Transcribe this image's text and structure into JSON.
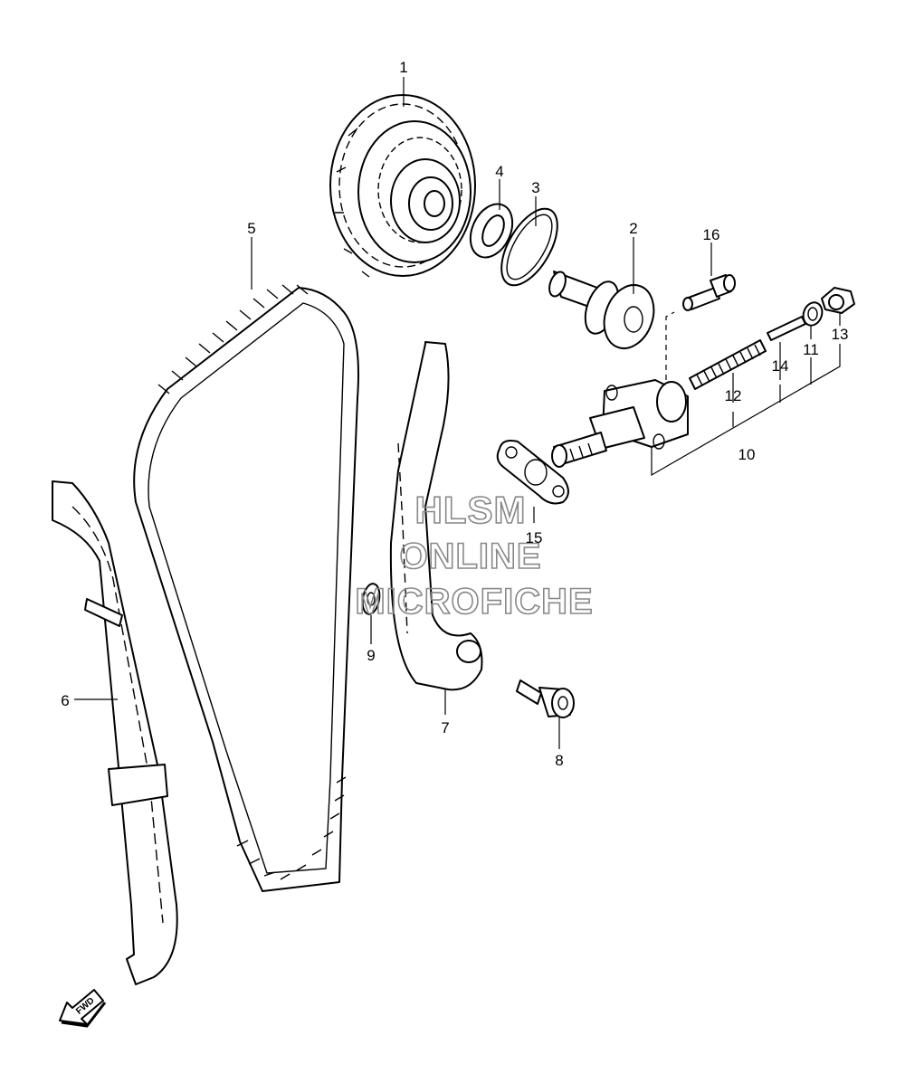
{
  "labels": {
    "p1": "1",
    "p2": "2",
    "p3": "3",
    "p4": "4",
    "p5": "5",
    "p6": "6",
    "p7": "7",
    "p8": "8",
    "p9": "9",
    "p10": "10",
    "p11": "11",
    "p12": "12",
    "p13": "13",
    "p14": "14",
    "p15": "15",
    "p16": "16"
  },
  "watermark": {
    "line1": "HLSM",
    "line2": "ONLINE",
    "line3": "MICROFICHE"
  },
  "fwd": "FWD"
}
